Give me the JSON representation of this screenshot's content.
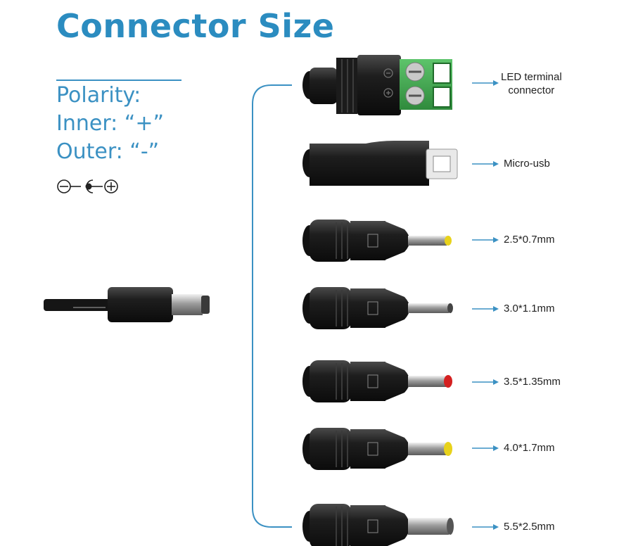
{
  "title": "Connector Size",
  "polarity": {
    "heading": "Polarity:",
    "inner": "Inner: “+”",
    "outer": "Outer: “-”"
  },
  "connectors": [
    {
      "label_line1": "LED  terminal",
      "label_line2": "connector"
    },
    {
      "label": "Micro-usb"
    },
    {
      "label": "2.5*0.7mm"
    },
    {
      "label": "3.0*1.1mm"
    },
    {
      "label": "3.5*1.35mm"
    },
    {
      "label": "4.0*1.7mm"
    },
    {
      "label": "5.5*2.5mm"
    }
  ],
  "colors": {
    "brand_blue": "#2b8cc0",
    "terminal_green": "#3aa14a",
    "tip_yellow": "#e8d21b",
    "tip_red": "#d42020",
    "plug_black": "#1a1a1a"
  }
}
